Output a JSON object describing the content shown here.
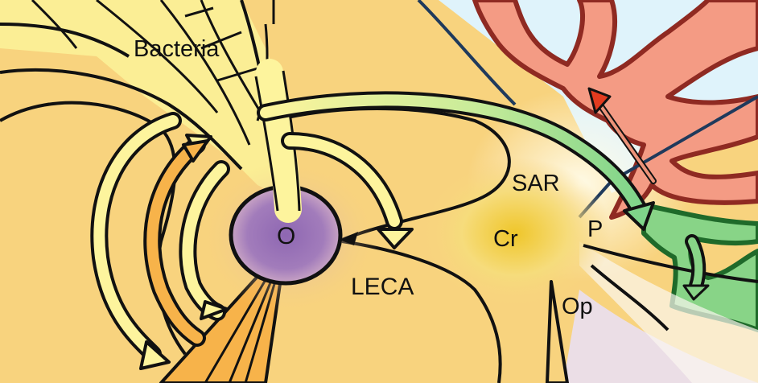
{
  "labels": {
    "bacteria": "Bacteria",
    "origin": "O",
    "leca": "LECA",
    "sar": "SAR",
    "cr": "Cr",
    "p": "P",
    "op": "Op"
  },
  "colors": {
    "background": "#f8d37e",
    "bacteria_region": "#fbee95",
    "bacteria_arrow": "#fdf49d",
    "orange_wedge": "#f7b34a",
    "origin_purple": "#9b72b8",
    "crown_glow": "#f1cb2e",
    "red_tree": "#f49b84",
    "red_arrow": "#e23b1f",
    "green_tree": "#88d487",
    "sky_blue": "#dff3fb",
    "op_lavender": "#e9dff2",
    "outline": "#111111",
    "dark_outline_blue": "#1f3a5c",
    "red_outline": "#8f2a22",
    "green_outline": "#1f6a2a"
  },
  "icons": {
    "arrowheads": "triangle-arrowhead"
  }
}
